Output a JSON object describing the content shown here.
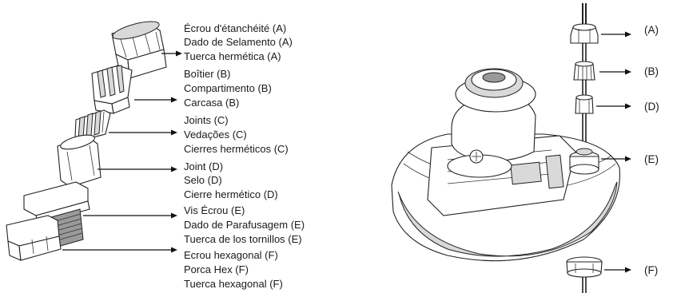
{
  "parts_list": {
    "group_a": {
      "label_fr": "Écrou d'étanchéité (A)",
      "label_pt": "Dado de Selamento (A)",
      "label_es": "Tuerca hermética (A)"
    },
    "group_b": {
      "label_fr": "Boîtier (B)",
      "label_pt": "Compartimento (B)",
      "label_es": "Carcasa (B)"
    },
    "group_c": {
      "label_fr": "Joints (C)",
      "label_pt": "Vedações (C)",
      "label_es": "Cierres herméticos (C)"
    },
    "group_d": {
      "label_fr": "Joint (D)",
      "label_pt": "Selo (D)",
      "label_es": "Cierre hermético (D)"
    },
    "group_e": {
      "label_fr": "Vis Écrou (E)",
      "label_pt": "Dado de Parafusagem (E)",
      "label_es": "Tuerca de los tornillos (E)"
    },
    "group_f": {
      "label_fr": "Ecrou hexagonal (F)",
      "label_pt": "Porca Hex (F)",
      "label_es": "Tuerca hexagonal (F)"
    }
  },
  "callouts": {
    "a": "(A)",
    "b": "(B)",
    "d": "(D)",
    "e": "(E)",
    "f": "(F)"
  }
}
